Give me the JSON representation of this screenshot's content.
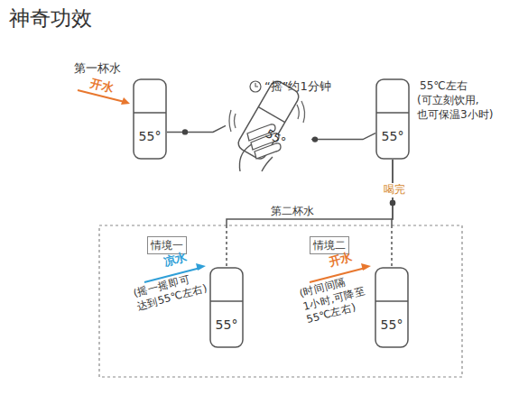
{
  "diagram": {
    "title": "神奇功效",
    "nodes": [
      {
        "text": [
          "55°"
        ]
      },
      {
        "text": [
          "55°"
        ]
      },
      {
        "text": [
          "55°"
        ]
      },
      {
        "text": [
          "情境一"
        ]
      },
      {
        "text": [
          "55°"
        ]
      },
      {
        "text": [
          "情境二"
        ]
      },
      {
        "text": [
          "55°"
        ]
      }
    ],
    "edges": [
      {
        "from": 0,
        "to": 1,
        "arrow": "none"
      },
      {
        "from": 1,
        "to": 2,
        "arrow": "none"
      },
      {
        "from": 2,
        "to": 4,
        "arrow": "none"
      },
      {
        "from": 2,
        "to": 6,
        "arrow": "none"
      }
    ],
    "labels": [
      "第一杯水",
      "开水",
      "“摇”约1分钟",
      "55℃左右",
      "(可立刻饮用, 也可保温3小时)",
      "喝完",
      "第二杯水",
      "凉水",
      "(摇一摇即可 达到55℃左右)",
      "开水",
      "(时间间隔 1小时,可降至 55℃左右)"
    ]
  }
}
